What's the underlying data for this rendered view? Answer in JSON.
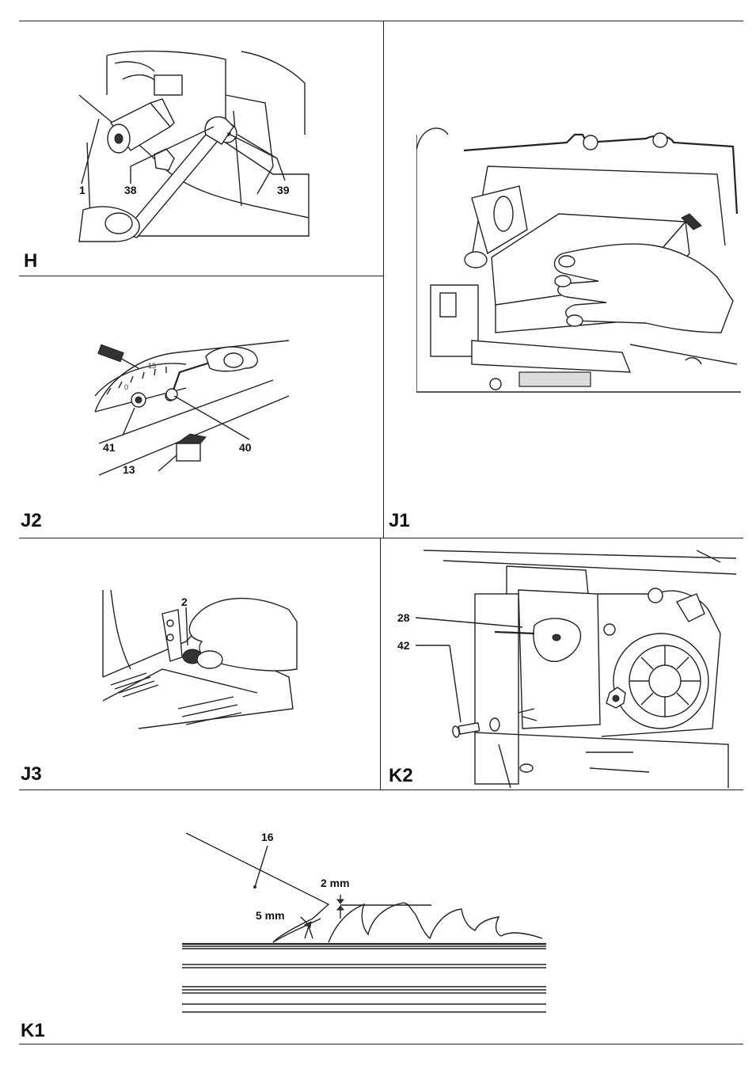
{
  "panels": {
    "H": {
      "label": "H",
      "callouts": [
        "1",
        "38",
        "39"
      ]
    },
    "J1": {
      "label": "J1"
    },
    "J2": {
      "label": "J2",
      "callouts": [
        "41",
        "40",
        "13"
      ],
      "scale": [
        "15",
        "0"
      ]
    },
    "J3": {
      "label": "J3",
      "callouts": [
        "2"
      ]
    },
    "K2": {
      "label": "K2",
      "callouts": [
        "28",
        "42"
      ]
    },
    "K1": {
      "label": "K1",
      "callouts": [
        "16",
        "2 mm",
        "5 mm"
      ]
    }
  }
}
